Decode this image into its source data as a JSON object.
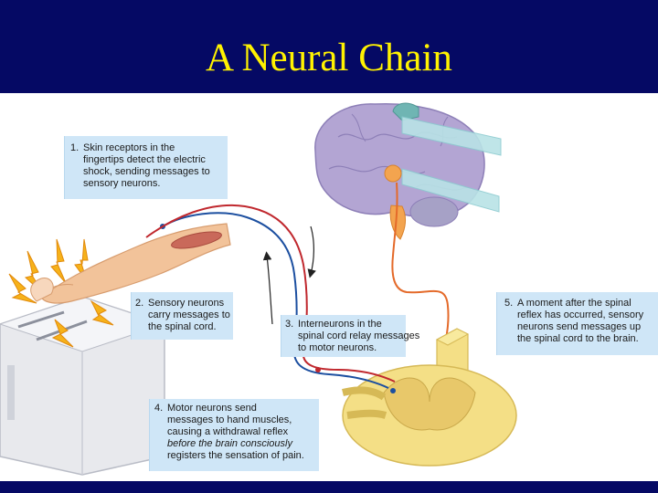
{
  "slide": {
    "title": "A Neural Chain"
  },
  "colors": {
    "title_bar": "#050964",
    "title_text": "#fff200",
    "callout_bg": "#cfe6f7",
    "sensory_neuron": "#1c4fa0",
    "motor_neuron": "#c0282e",
    "spinal_cord": "#f4df86",
    "brain": "#b3a5d3"
  },
  "callouts": [
    {
      "number": "1.",
      "lines": [
        "Skin receptors in the",
        "fingertips detect the electric",
        "shock, sending messages to",
        "sensory neurons."
      ]
    },
    {
      "number": "2.",
      "lines": [
        "Sensory neurons",
        "carry messages to",
        "the spinal cord."
      ]
    },
    {
      "number": "3.",
      "lines": [
        "Interneurons in the",
        "spinal cord relay messages",
        "to motor neurons."
      ]
    },
    {
      "number": "4.",
      "lines": [
        "Motor neurons send",
        "messages to hand muscles,",
        "causing a withdrawal reflex",
        "before the brain consciously",
        "registers the sensation of pain."
      ]
    },
    {
      "number": "5.",
      "lines": [
        "A moment after the spinal",
        "reflex has occurred, sensory",
        "neurons send messages up",
        "the spinal cord to the brain."
      ]
    }
  ]
}
